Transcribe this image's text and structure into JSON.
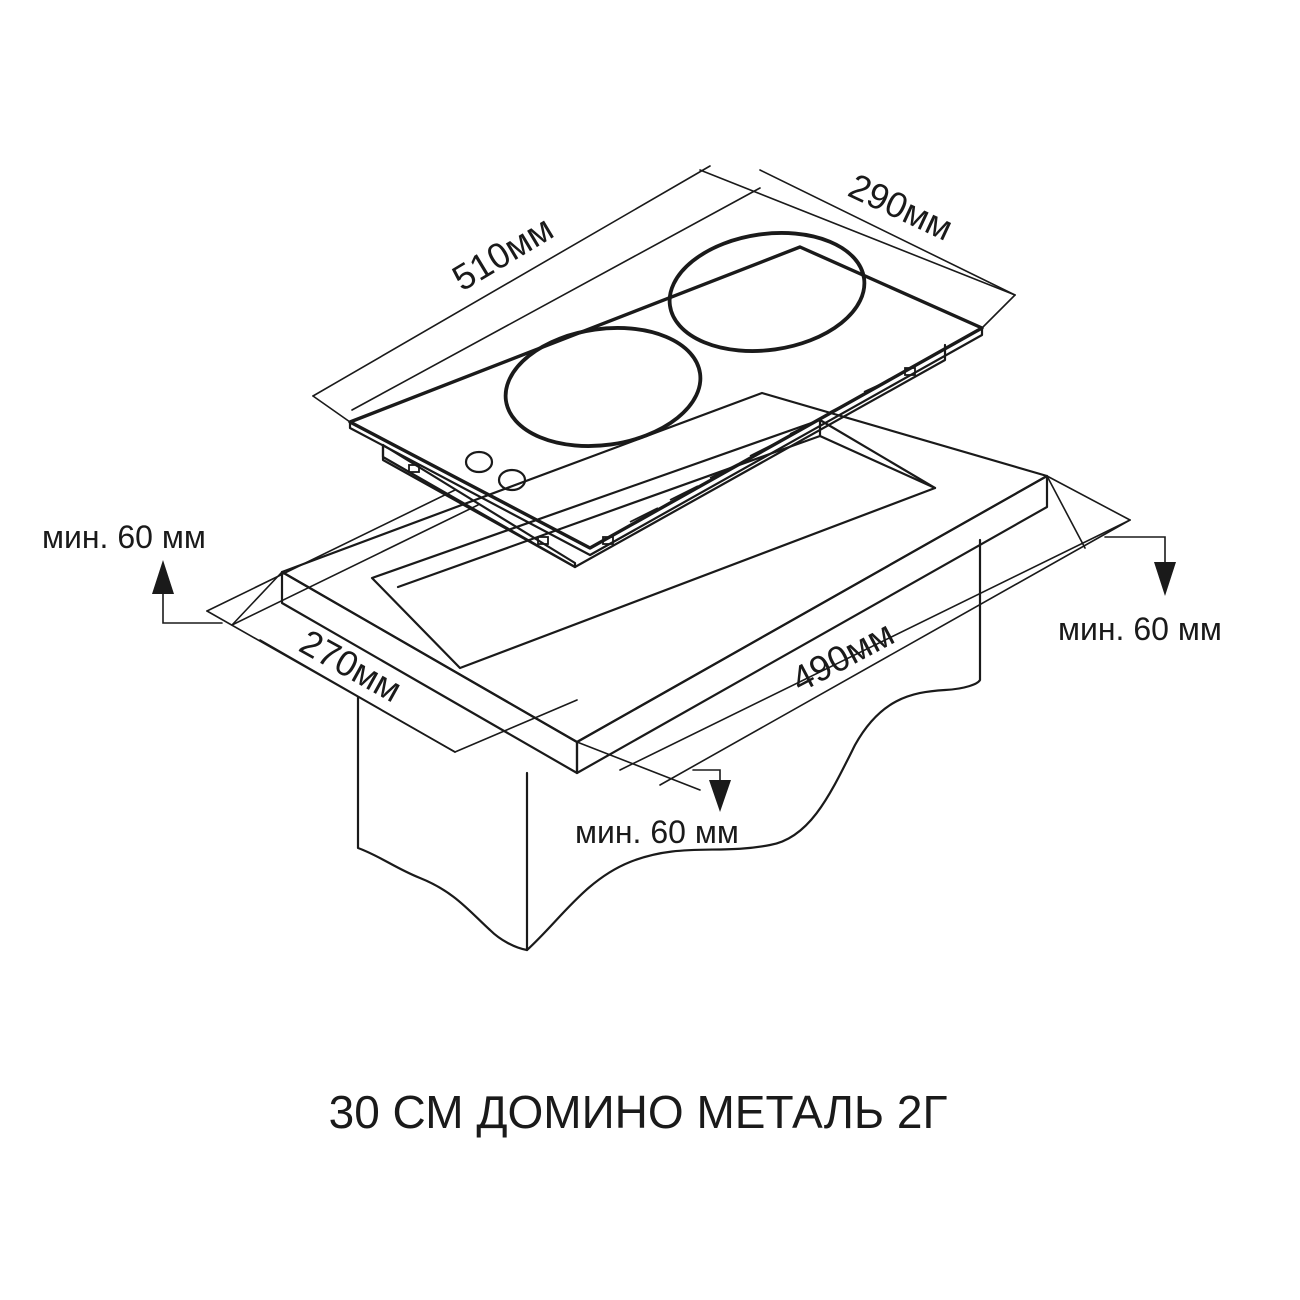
{
  "dimensions": {
    "hob_length": "510мм",
    "hob_width": "290мм",
    "cutout_width": "270мм",
    "cutout_length": "490мм"
  },
  "clearances": {
    "left": "мин. 60 мм",
    "right": "мин. 60 мм",
    "front": "мин. 60 мм"
  },
  "title": "30 СМ ДОМИНО МЕТАЛЬ 2Г",
  "colors": {
    "line": "#1a1a1a",
    "background": "#ffffff"
  }
}
